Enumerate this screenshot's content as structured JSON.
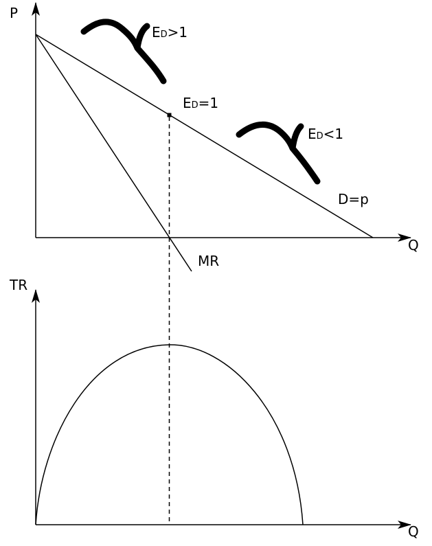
{
  "top_chart": {
    "y_axis_label": "P",
    "x_axis_label": "Q",
    "demand_label": "D=p",
    "mr_label": "MR",
    "elastic": {
      "e": "E",
      "d": "D",
      "rel": ">1"
    },
    "unit": {
      "e": "E",
      "d": "D",
      "rel": "=1"
    },
    "inelastic": {
      "e": "E",
      "d": "D",
      "rel": "<1"
    }
  },
  "bottom_chart": {
    "y_axis_label": "TR",
    "x_axis_label": "Q"
  }
}
